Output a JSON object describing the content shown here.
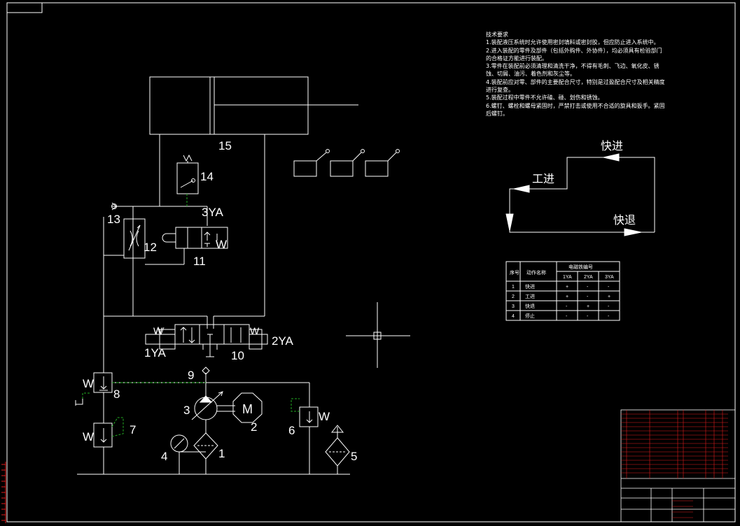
{
  "colors": {
    "background": "#000000",
    "line": "#ffffff",
    "pilot": "#22aa22",
    "title_block_red": "#dd1c1c"
  },
  "labels": {
    "n1": "1",
    "n2": "2",
    "n3": "3",
    "n4": "4",
    "n5": "5",
    "n6": "6",
    "n7": "7",
    "n8": "8",
    "n9": "9",
    "n10": "10",
    "n11": "11",
    "n12": "12",
    "n13": "13",
    "n14": "14",
    "n15": "15",
    "ya1": "1YA",
    "ya2": "2YA",
    "ya3": "3YA",
    "w_left_valve": "W",
    "w_right_valve": "W",
    "w_valve11": "W",
    "w_valve8": "W",
    "w_valve7": "W",
    "w_valve6": "W",
    "motor": "M"
  },
  "tech_notes": {
    "title": "技术要求",
    "lines": [
      "1.装配液压系统时允许使用密封填料或密封胶，但应防止进入系统中。",
      "2.进入装配的零件及部件（包括外购件、外协件），均必须具有检验部门的合格证方能进行装配。",
      "3.零件在装配前必须清理和清洗干净，不得有毛刺、飞边、氧化皮、锈蚀、切屑、油污、着色剂和灰尘等。",
      "4.装配前应对零、部件的主要配合尺寸，特别是过盈配合尺寸及相关精度进行复查。",
      "5.装配过程中零件不允许磕、碰、划伤和锈蚀。",
      "6.螺钉、螺栓和螺母紧固时，严禁打击或使用不合适的旋具和扳手。紧固后螺钉。"
    ]
  },
  "cycle": {
    "fast_in": "快进",
    "work_in": "工进",
    "fast_back": "快退"
  },
  "table": {
    "head_seq": "序号",
    "head_action": "动作名称",
    "head_group": "电磁铁编号",
    "cols": [
      "1YA",
      "2YA",
      "3YA"
    ],
    "rows": [
      {
        "no": "1",
        "action": "快进",
        "v": [
          "+",
          "-",
          "-"
        ]
      },
      {
        "no": "2",
        "action": "工进",
        "v": [
          "+",
          "-",
          "+"
        ]
      },
      {
        "no": "3",
        "action": "快退",
        "v": [
          "-",
          "+",
          "-"
        ]
      },
      {
        "no": "4",
        "action": "停止",
        "v": [
          "-",
          "-",
          "-"
        ]
      }
    ]
  }
}
